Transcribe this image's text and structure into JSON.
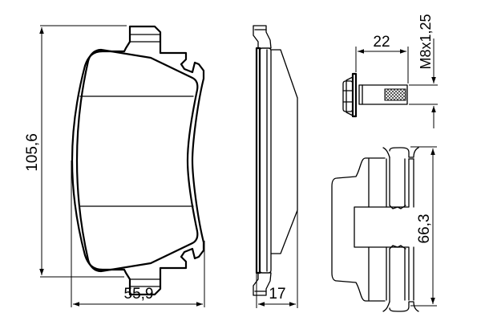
{
  "drawing": {
    "subject": "brake pad technical drawing",
    "line_color": "#000000",
    "background": "#ffffff"
  },
  "dimensions": {
    "height": {
      "label": "105,6",
      "value": 105.6
    },
    "width": {
      "label": "55,9",
      "value": 55.9
    },
    "thickness": {
      "label": "17",
      "value": 17
    },
    "bolt_length": {
      "label": "22",
      "value": 22
    },
    "bolt_thread": {
      "label": "M8x1,25"
    },
    "clip_height": {
      "label": "66,3",
      "value": 66.3
    }
  },
  "views": [
    {
      "name": "front-view"
    },
    {
      "name": "side-view"
    },
    {
      "name": "bolt-view"
    },
    {
      "name": "clip-view"
    }
  ]
}
